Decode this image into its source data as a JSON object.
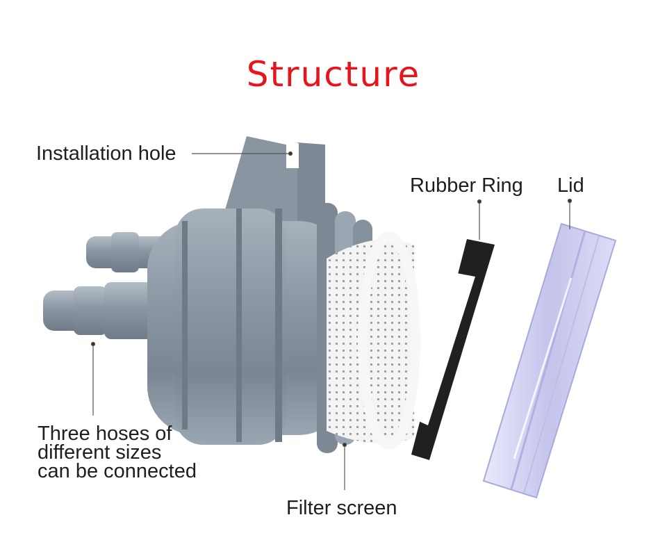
{
  "title": "Structure",
  "labels": {
    "installation_hole": "Installation hole",
    "rubber_ring": "Rubber Ring",
    "lid": "Lid",
    "hoses": [
      "Three hoses of",
      "different sizes",
      "can be connected"
    ],
    "filter_screen": "Filter screen"
  },
  "colors": {
    "title": "#e8141b",
    "text": "#1e1e1e",
    "housing": "#8a98a4",
    "ring": "#1f2022",
    "lid": "#c9c9ee"
  }
}
